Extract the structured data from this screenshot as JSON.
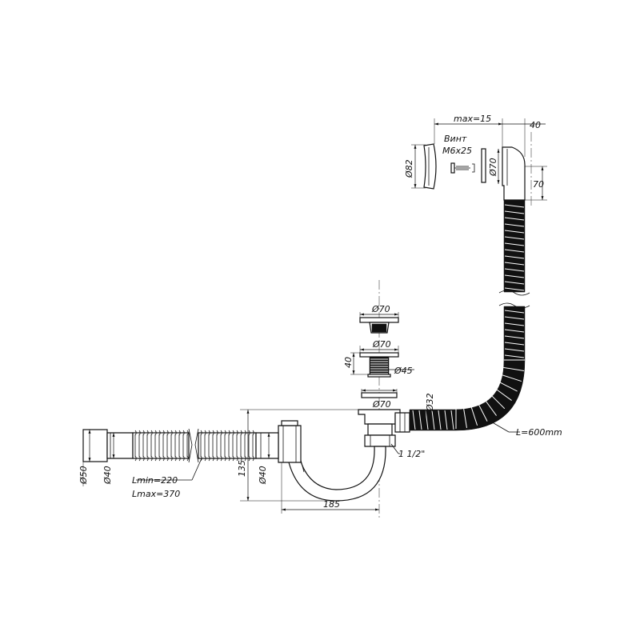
{
  "labels": {
    "max15": "max=15",
    "d40top": "40",
    "vint": "Винт",
    "m6x25": "M6x25",
    "d82": "Ø82",
    "d70o": "Ø70",
    "d70side": "70",
    "d70plug": "Ø70",
    "d70body": "Ø70",
    "d40body": "40",
    "d45": "Ø45",
    "d70ring": "Ø70",
    "d32": "Ø32",
    "length": "L=600mm",
    "thread": "1 1/2\"",
    "d50": "Ø50",
    "d40a": "Ø40",
    "lmin": "Lmin=220",
    "lmax": "Lmax=370",
    "h135": "135",
    "d40b": "Ø40",
    "w185": "185"
  }
}
